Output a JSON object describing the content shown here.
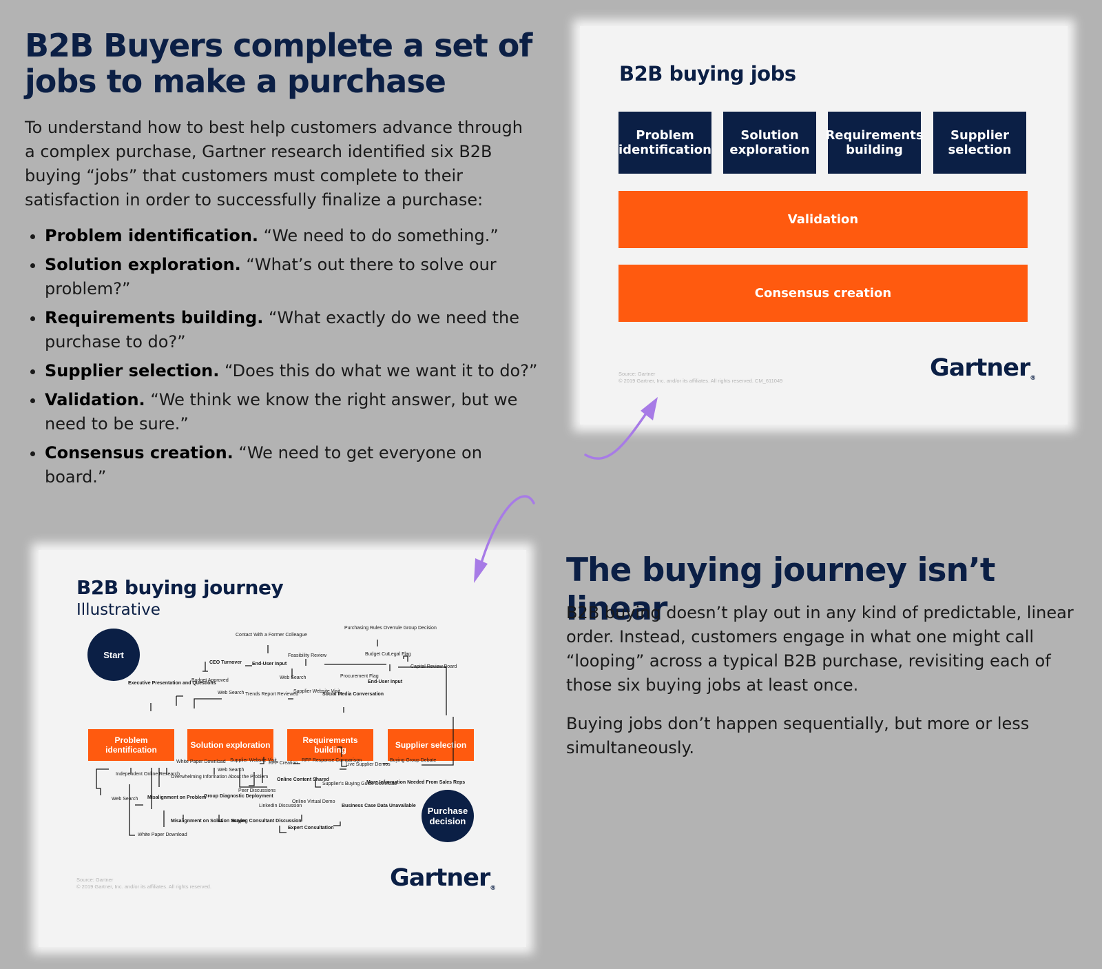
{
  "left": {
    "heading": "B2B Buyers complete a set of jobs to make a purchase",
    "intro": "To understand how to best help customers advance through a complex purchase, Gartner research identified six B2B buying “jobs” that customers must complete to their satisfaction in order to successfully finalize a purchase:",
    "bullets": [
      {
        "term": "Problem identification.",
        "quote": " “We need to do something.”"
      },
      {
        "term": "Solution exploration.",
        "quote": " “What’s out there to solve our problem?”"
      },
      {
        "term": "Requirements building.",
        "quote": " “What exactly do we need the purchase to do?”"
      },
      {
        "term": "Supplier selection.",
        "quote": " “Does this do what we want it to do?”"
      },
      {
        "term": "Validation.",
        "quote": " “We think we know the right answer, but we need to be sure.”"
      },
      {
        "term": "Consensus creation.",
        "quote": " “We need to get everyone on board.”"
      }
    ]
  },
  "right": {
    "heading": "The buying journey isn’t linear",
    "para1": "B2B buying doesn’t play out in any kind of predictable, linear order. Instead, customers engage in what one might call “looping” across a typical B2B purchase, revisiting each of those six buying jobs at least once.",
    "para2": "Buying jobs don’t happen sequentially, but more or less simultaneously."
  },
  "card_jobs": {
    "title": "B2B buying jobs",
    "jobs": [
      "Problem identification",
      "Solution exploration",
      "Requirements building",
      "Supplier selection"
    ],
    "validation": "Validation",
    "consensus": "Consensus creation",
    "source": "Source: Gartner",
    "copyright": "© 2019 Gartner, Inc. and/or its affiliates. All rights reserved. CM_611049",
    "logo": "Gartner"
  },
  "card_journey": {
    "title": "B2B buying journey",
    "subtitle": "Illustrative",
    "start": "Start",
    "end": "Purchase decision",
    "jobs": [
      "Problem identification",
      "Solution exploration",
      "Requirements building",
      "Supplier selection"
    ],
    "labels": {
      "contact": "Contact With a Former Colleague",
      "purchasing_rules": "Purchasing Rules Overrule Group Decision",
      "ceo": "CEO Turnover",
      "end_user_1": "End-User Input",
      "feasibility": "Feasibility Review",
      "budget_cut": "Budget Cut",
      "legal_flag": "Legal Flag",
      "capital": "Capital Review Board",
      "budget_approved": "Budget Approved",
      "web_search_1": "Web Search",
      "procurement": "Procurement Flag",
      "end_user_2": "End-User Input",
      "exec": "Executive Presentation and Questions",
      "web_search_2": "Web Search",
      "trends": "Trends Report Reviewed",
      "supplier_website_1": "Supplier Website Visit",
      "social": "Social Media Conversation",
      "white_paper_1": "White Paper Download",
      "web_search_3": "Web Search",
      "supplier_website_2": "Supplier Website Visit",
      "rfp_creation": "RFP Creation",
      "rfp_response": "RFP Response Comparison",
      "live_demos": "Live Supplier Demos",
      "debate": "Buying Group Debate",
      "independent": "Independent Online Research",
      "overwhelming": "Overwhelming Information About the Problem",
      "online_content": "Online Content Shared",
      "buying_guide": "Supplier’s Buying Guide Download",
      "more_info": "More Information Needed From Sales Reps",
      "peer": "Peer Discussions",
      "web_search_4": "Web Search",
      "misalignment_problem": "Misalignment on Problem",
      "group_diag": "Group Diagnostic Deployment",
      "linkedin": "LinkedIn Discussion",
      "online_demo": "Online Virtual Demo",
      "business_case": "Business Case Data Unavailable",
      "misalignment_scope": "Misalignment on Solution Scope",
      "consultant": "Buying Consultant Discussion",
      "expert": "Expert Consultation",
      "white_paper_2": "White Paper Download"
    },
    "source": "Source: Gartner",
    "copyright": "© 2019 Gartner, Inc. and/or its affiliates. All rights reserved.",
    "logo": "Gartner"
  },
  "colors": {
    "navy": "#0b1f45",
    "orange": "#ff5a0f",
    "arrow": "#a77be6",
    "background": "#b3b3b3"
  }
}
